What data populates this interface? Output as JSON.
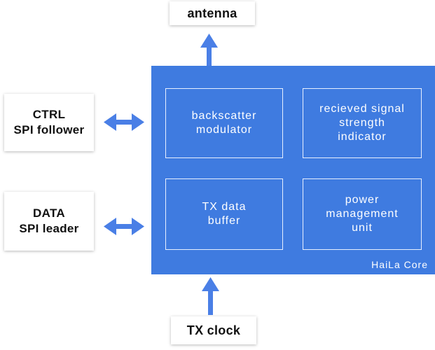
{
  "external": {
    "antenna": "antenna",
    "ctrl": {
      "line1": "CTRL",
      "line2": "SPI follower"
    },
    "data": {
      "line1": "DATA",
      "line2": "SPI leader"
    },
    "tx_clock": "TX clock"
  },
  "core": {
    "label": "HaiLa Core",
    "blocks": {
      "backscatter": [
        "backscatter",
        "modulator"
      ],
      "rssi": [
        "recieved signal",
        "strength",
        "indicator"
      ],
      "tx_buffer": [
        "TX data",
        "buffer"
      ],
      "pmu": [
        "power",
        "management",
        "unit"
      ]
    }
  },
  "colors": {
    "core_fill": "#3f7be0",
    "arrow": "#4a7fe6",
    "block_border": "#e8f0ff"
  }
}
